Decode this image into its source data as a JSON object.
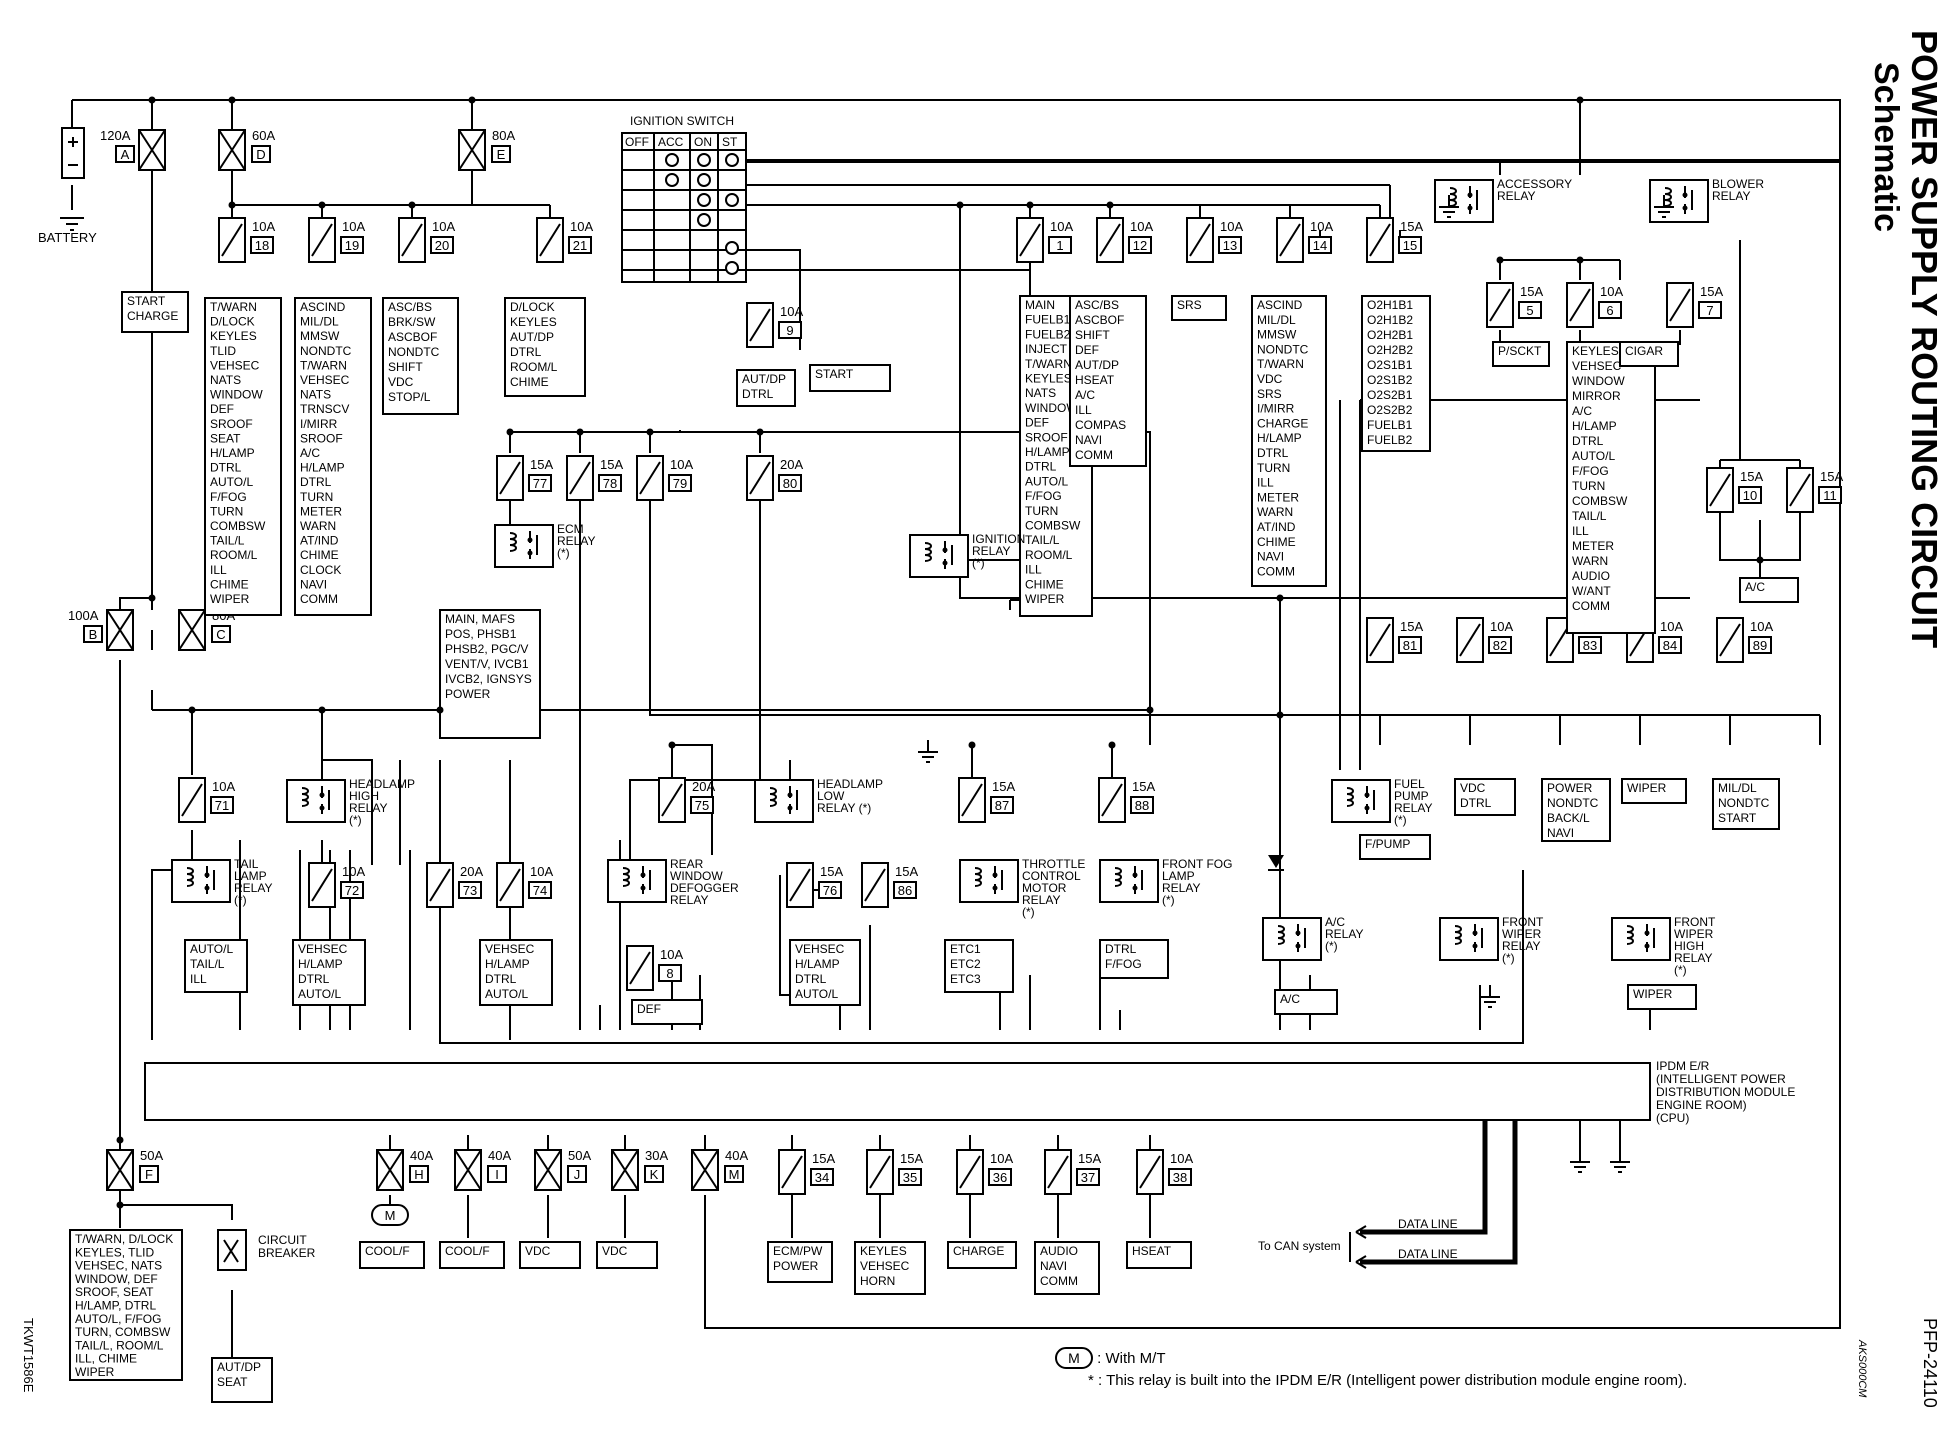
{
  "header": {
    "title": "POWER SUPPLY ROUTING CIRCUIT",
    "subtitle": "Schematic",
    "page_ref": "PFP-24110",
    "code_right": "AKS000CM",
    "code_left": "TKWT1586E"
  },
  "battery": {
    "label": "BATTERY"
  },
  "ignition_switch": {
    "title": "IGNITION SWITCH",
    "positions": [
      "OFF",
      "ACC",
      "ON",
      "ST"
    ]
  },
  "fusible_links": [
    {
      "id": "fl-a",
      "rating": "120A",
      "letter": "A"
    },
    {
      "id": "fl-d",
      "rating": "60A",
      "letter": "D"
    },
    {
      "id": "fl-e",
      "rating": "80A",
      "letter": "E"
    },
    {
      "id": "fl-b",
      "rating": "100A",
      "letter": "B"
    },
    {
      "id": "fl-c",
      "rating": "80A",
      "letter": "C"
    },
    {
      "id": "fl-f",
      "rating": "50A",
      "letter": "F"
    },
    {
      "id": "fl-h",
      "rating": "40A",
      "letter": "H"
    },
    {
      "id": "fl-i",
      "rating": "40A",
      "letter": "I"
    },
    {
      "id": "fl-j",
      "rating": "50A",
      "letter": "J"
    },
    {
      "id": "fl-k",
      "rating": "30A",
      "letter": "K"
    },
    {
      "id": "fl-m",
      "rating": "40A",
      "letter": "M"
    }
  ],
  "fuses": [
    {
      "id": "f18",
      "rating": "10A",
      "num": "18"
    },
    {
      "id": "f19",
      "rating": "10A",
      "num": "19"
    },
    {
      "id": "f20",
      "rating": "10A",
      "num": "20"
    },
    {
      "id": "f21",
      "rating": "10A",
      "num": "21"
    },
    {
      "id": "f9",
      "rating": "10A",
      "num": "9"
    },
    {
      "id": "f1",
      "rating": "10A",
      "num": "1"
    },
    {
      "id": "f12",
      "rating": "10A",
      "num": "12"
    },
    {
      "id": "f13",
      "rating": "10A",
      "num": "13"
    },
    {
      "id": "f14",
      "rating": "10A",
      "num": "14"
    },
    {
      "id": "f15",
      "rating": "15A",
      "num": "15"
    },
    {
      "id": "fp5",
      "rating": "15A",
      "num": "5"
    },
    {
      "id": "fp6",
      "rating": "10A",
      "num": "6"
    },
    {
      "id": "fp7",
      "rating": "15A",
      "num": "7"
    },
    {
      "id": "f10",
      "rating": "15A",
      "num": "10"
    },
    {
      "id": "f11",
      "rating": "15A",
      "num": "11"
    },
    {
      "id": "f77",
      "rating": "15A",
      "num": "77"
    },
    {
      "id": "f78",
      "rating": "15A",
      "num": "78"
    },
    {
      "id": "f79",
      "rating": "10A",
      "num": "79"
    },
    {
      "id": "f80",
      "rating": "20A",
      "num": "80"
    },
    {
      "id": "f81",
      "rating": "15A",
      "num": "81"
    },
    {
      "id": "f82",
      "rating": "10A",
      "num": "82"
    },
    {
      "id": "f83",
      "rating": "10A",
      "num": "83"
    },
    {
      "id": "f84",
      "rating": "10A",
      "num": "84"
    },
    {
      "id": "f89",
      "rating": "10A",
      "num": "89"
    },
    {
      "id": "f71",
      "rating": "10A",
      "num": "71"
    },
    {
      "id": "f75",
      "rating": "20A",
      "num": "75"
    },
    {
      "id": "f87",
      "rating": "15A",
      "num": "87"
    },
    {
      "id": "f88",
      "rating": "15A",
      "num": "88"
    },
    {
      "id": "f72",
      "rating": "10A",
      "num": "72"
    },
    {
      "id": "f73",
      "rating": "20A",
      "num": "73"
    },
    {
      "id": "f74",
      "rating": "10A",
      "num": "74"
    },
    {
      "id": "f8",
      "rating": "10A",
      "num": "8"
    },
    {
      "id": "f76",
      "rating": "15A",
      "num": "76"
    },
    {
      "id": "f86",
      "rating": "15A",
      "num": "86"
    },
    {
      "id": "f34",
      "rating": "15A",
      "num": "34"
    },
    {
      "id": "f35",
      "rating": "15A",
      "num": "35"
    },
    {
      "id": "f36",
      "rating": "10A",
      "num": "36"
    },
    {
      "id": "f37",
      "rating": "15A",
      "num": "37"
    },
    {
      "id": "f38",
      "rating": "10A",
      "num": "38"
    }
  ],
  "load_boxes": [
    {
      "id": "b-start-charge",
      "text": "START\nCHARGE"
    },
    {
      "id": "b18",
      "text": "T/WARN\nD/LOCK\nKEYLES\nTLID\nVEHSEC\nNATS\nWINDOW\nDEF\nSROOF\nSEAT\nH/LAMP\nDTRL\nAUTO/L\nF/FOG\nTURN\nCOMBSW\nTAIL/L\nROOM/L\nILL\nCHIME\nWIPER"
    },
    {
      "id": "b19",
      "text": "ASCIND\nMIL/DL\nMMSW\nNONDTC\nT/WARN\nVEHSEC\nNATS\nTRNSCV\nI/MIRR\nSROOF\nA/C\nH/LAMP\nDTRL\nTURN\nMETER\nWARN\nAT/IND\nCHIME\nCLOCK\nNAVI\nCOMM"
    },
    {
      "id": "b20",
      "text": "ASC/BS\nBRK/SW\nASCBOF\nNONDTC\nSHIFT\nVDC\nSTOP/L"
    },
    {
      "id": "b21",
      "text": "D/LOCK\nKEYLES\nAUT/DP\nDTRL\nROOM/L\nCHIME"
    },
    {
      "id": "b9",
      "text": "AUT/DP\nDTRL"
    },
    {
      "id": "b-start",
      "text": "START"
    },
    {
      "id": "b1",
      "text": "MAIN\nFUELB1\nFUELB2\nINJECT\nT/WARN\nKEYLES\nNATS\nWINDOW\nDEF\nSROOF\nH/LAMP\nDTRL\nAUTO/L\nF/FOG\nTURN\nCOMBSW\nTAIL/L\nROOM/L\nILL\nCHIME\nWIPER"
    },
    {
      "id": "b12",
      "text": "ASC/BS\nASCBOF\nSHIFT\nDEF\nAUT/DP\nHSEAT\nA/C\nILL\nCOMPAS\nNAVI\nCOMM"
    },
    {
      "id": "b13",
      "text": "SRS"
    },
    {
      "id": "b14",
      "text": "ASCIND\nMIL/DL\nMMSW\nNONDTC\nT/WARN\nVDC\nSRS\nI/MIRR\nCHARGE\nH/LAMP\nDTRL\nTURN\nILL\nMETER\nWARN\nAT/IND\nCHIME\nNAVI\nCOMM"
    },
    {
      "id": "b15",
      "text": "O2H1B1\nO2H1B2\nO2H2B1\nO2H2B2\nO2S1B1\nO2S1B2\nO2S2B1\nO2S2B2\nFUELB1\nFUELB2"
    },
    {
      "id": "b-psckt",
      "text": "P/SCKT"
    },
    {
      "id": "b6",
      "text": "KEYLES\nVEHSEC\nWINDOW\nMIRROR\nA/C\nH/LAMP\nDTRL\nAUTO/L\nF/FOG\nTURN\nCOMBSW\nTAIL/L\nILL\nMETER\nWARN\nAUDIO\nW/ANT\nCOMM"
    },
    {
      "id": "b-cigar",
      "text": "CIGAR"
    },
    {
      "id": "b-ac-top",
      "text": "A/C"
    },
    {
      "id": "b-ecm",
      "text": "MAIN, MAFS\nPOS, PHSB1\nPHSB2, PGC/V\nVENT/V, IVCB1\nIVCB2, IGNSYS\nPOWER"
    },
    {
      "id": "b-fpump",
      "text": "F/PUMP"
    },
    {
      "id": "b82",
      "text": "VDC\nDTRL"
    },
    {
      "id": "b83",
      "text": "POWER\nNONDTC\nBACK/L\nNAVI"
    },
    {
      "id": "b84",
      "text": "WIPER"
    },
    {
      "id": "b89",
      "text": "MIL/DL\nNONDTC\nSTART"
    },
    {
      "id": "b-tail",
      "text": "AUTO/L\nTAIL/L\nILL"
    },
    {
      "id": "b72",
      "text": "VEHSEC\nH/LAMP\nDTRL\nAUTO/L"
    },
    {
      "id": "b74",
      "text": "VEHSEC\nH/LAMP\nDTRL\nAUTO/L"
    },
    {
      "id": "b-def",
      "text": "DEF"
    },
    {
      "id": "b76",
      "text": "VEHSEC\nH/LAMP\nDTRL\nAUTO/L"
    },
    {
      "id": "b-etc",
      "text": "ETC1\nETC2\nETC3"
    },
    {
      "id": "b-fog",
      "text": "DTRL\nF/FOG"
    },
    {
      "id": "b-ac-relay",
      "text": "A/C"
    },
    {
      "id": "b-wiper",
      "text": "WIPER"
    },
    {
      "id": "b-f",
      "text": "T/WARN, D/LOCK\nKEYLES, TLID\nVEHSEC, NATS\nWINDOW, DEF\nSROOF, SEAT\nH/LAMP, DTRL\nAUTO/L, F/FOG\nTURN, COMBSW\nTAIL/L, ROOM/L\nILL, CHIME\nWIPER"
    },
    {
      "id": "b-autdp-seat",
      "text": "AUT/DP\nSEAT"
    },
    {
      "id": "b-coolf-h",
      "text": "COOL/F"
    },
    {
      "id": "b-coolf-i",
      "text": "COOL/F"
    },
    {
      "id": "b-vdc-j",
      "text": "VDC"
    },
    {
      "id": "b-vdc-k",
      "text": "VDC"
    },
    {
      "id": "b34",
      "text": "ECM/PW\nPOWER"
    },
    {
      "id": "b35",
      "text": "KEYLES\nVEHSEC\nHORN"
    },
    {
      "id": "b36",
      "text": "CHARGE"
    },
    {
      "id": "b37",
      "text": "AUDIO\nNAVI\nCOMM"
    },
    {
      "id": "b38",
      "text": "HSEAT"
    }
  ],
  "relays": [
    {
      "id": "r-acc",
      "text": "ACCESSORY\nRELAY"
    },
    {
      "id": "r-blower",
      "text": "BLOWER\nRELAY"
    },
    {
      "id": "r-ecm",
      "text": "ECM\nRELAY\n(*)"
    },
    {
      "id": "r-ign",
      "text": "IGNITION\nRELAY\n(*)"
    },
    {
      "id": "r-fpump",
      "text": "FUEL\nPUMP\nRELAY\n(*)"
    },
    {
      "id": "r-hl-high",
      "text": "HEADLAMP\nHIGH\nRELAY\n(*)"
    },
    {
      "id": "r-tail",
      "text": "TAIL\nLAMP\nRELAY\n(*)"
    },
    {
      "id": "r-defog",
      "text": "REAR\nWINDOW\nDEFOGGER\nRELAY"
    },
    {
      "id": "r-hl-low",
      "text": "HEADLAMP\nLOW\nRELAY (*)"
    },
    {
      "id": "r-throttle",
      "text": "THROTTLE\nCONTROL\nMOTOR\nRELAY\n(*)"
    },
    {
      "id": "r-fog",
      "text": "FRONT FOG\nLAMP\nRELAY\n(*)"
    },
    {
      "id": "r-ac",
      "text": "A/C\nRELAY\n(*)"
    },
    {
      "id": "r-fwiper",
      "text": "FRONT\nWIPER\nRELAY\n(*)"
    },
    {
      "id": "r-fwiper-high",
      "text": "FRONT\nWIPER\nHIGH\nRELAY\n(*)"
    }
  ],
  "ipdm": {
    "text": "IPDM E/R\n(INTELLIGENT POWER\nDISTRIBUTION MODULE\nENGINE ROOM)\n(CPU)"
  },
  "circuit_breaker": {
    "text": "CIRCUIT\nBREAKER"
  },
  "motor_symbol": "M",
  "can": {
    "to": "To CAN system",
    "line1": "DATA LINE",
    "line2": "DATA LINE"
  },
  "legend": {
    "m_symbol": "M",
    "m_text": ": With M/T",
    "star_symbol": "*",
    "star_text": ": This relay is built into the IPDM E/R (Intelligent power distribution module engine room)."
  }
}
